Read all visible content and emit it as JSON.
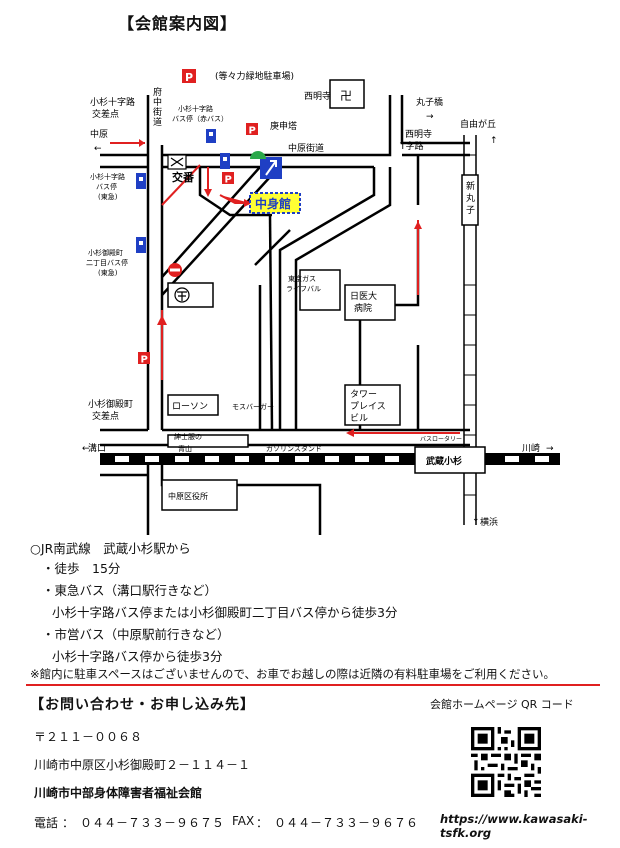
{
  "header": {
    "title": "【会館案内図】"
  },
  "map": {
    "parking_lot": "(等々力緑地駐車場)",
    "kosugi_jujiro_top": [
      "小杉十字路",
      "交差点"
    ],
    "fuchu_kaido": [
      "府",
      "中",
      "街",
      "道"
    ],
    "bus_stop_kosugi_red": [
      "小杉十字路",
      "バス停（赤バス）"
    ],
    "nishimyoji_left": "西明寺",
    "temple_symbol": "卍",
    "marukobashi": "丸子橋",
    "jiyugaoka": "自由が丘",
    "nakahara_left": "中原",
    "koshinto": "庚申塔",
    "nakahara_kaido": "中原街道",
    "nishimyoji_crossing": [
      "西明寺",
      "T字路"
    ],
    "bus_stop_tokyu": [
      "小杉十字路",
      "バス停",
      "(東急)"
    ],
    "koban": "交番",
    "kaikan": "中身館",
    "shin_maruko": [
      "新",
      "丸",
      "子"
    ],
    "bus_stop_gotenmachi": [
      "小杉御殿町",
      "二丁目バス停",
      "(東急)"
    ],
    "tokyo_gas": [
      "東京ガス",
      "ライフバル"
    ],
    "nichii_hospital": [
      "日医大",
      "病院"
    ],
    "tower_place": [
      "タワー",
      "プレイス",
      "ビル"
    ],
    "gotenmachi_crossing": [
      "小杉御殿町",
      "交差点"
    ],
    "lawson": "ローソン",
    "mos_burger": "モスバーガー",
    "bus_rotary": "バスロータリー",
    "shinshi_aoyama": [
      "紳士服の",
      "青山"
    ],
    "gas_station": "ガソリンスタンド",
    "mizonokuchi": "溝口",
    "musashi_kosugi": "武蔵小杉",
    "kawasaki": "川崎",
    "nakahara_ward_office": "中原区役所",
    "yokohama": "横浜",
    "arrows": {
      "left": "←",
      "right": "→",
      "up": "↑",
      "down": "↓"
    }
  },
  "directions": {
    "station": "○JR南武線　武蔵小杉駅から",
    "walk": "・徒歩　15分",
    "tokyu_bus": "・東急バス（溝口駅行きなど）",
    "tokyu_bus_detail": "小杉十字路バス停または小杉御殿町二丁目バス停から徒歩3分",
    "city_bus": "・市営バス（中原駅前行きなど）",
    "city_bus_detail": "小杉十字路バス停から徒歩3分"
  },
  "notice": "※館内に駐車スペースはございませんので、お車でお越しの際は近隣の有料駐車場をご利用ください。",
  "contact": {
    "heading": "【お問い合わせ・お申し込み先】",
    "qr_label": "会館ホームページ QR コード",
    "postal": "〒２１１－００６８",
    "address": "川崎市中原区小杉御殿町２－１１４－１",
    "org": "川崎市中部身体障害者福祉会館",
    "phone_label": "電話",
    "phone": "：　０４４－７３３－９６７５",
    "fax_label": "FAX",
    "fax": "：　０４４－７３３－９６７６",
    "url": "https://www.kawasaki-tsfk.org"
  },
  "colors": {
    "red": "#e02020",
    "blue": "#1f3fc4",
    "green": "#2aa84a",
    "yellow": "#ffff33"
  }
}
